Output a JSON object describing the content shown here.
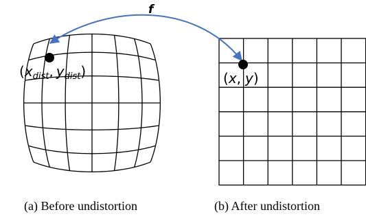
{
  "mapping": {
    "function_label": "f"
  },
  "distorted": {
    "point_label": {
      "open": "(",
      "x": "x",
      "x_sub": "dist",
      "comma": ",",
      "y": "y",
      "y_sub": "dist",
      "close": ")"
    },
    "caption": "(a) Before undistortion"
  },
  "undistorted": {
    "point_label": {
      "open": "(",
      "x": "x",
      "comma": ",",
      "y": "y",
      "close": ")"
    },
    "caption": "(b) After undistortion"
  },
  "colors": {
    "arrow": "#4472c4",
    "lines": "#000000"
  }
}
